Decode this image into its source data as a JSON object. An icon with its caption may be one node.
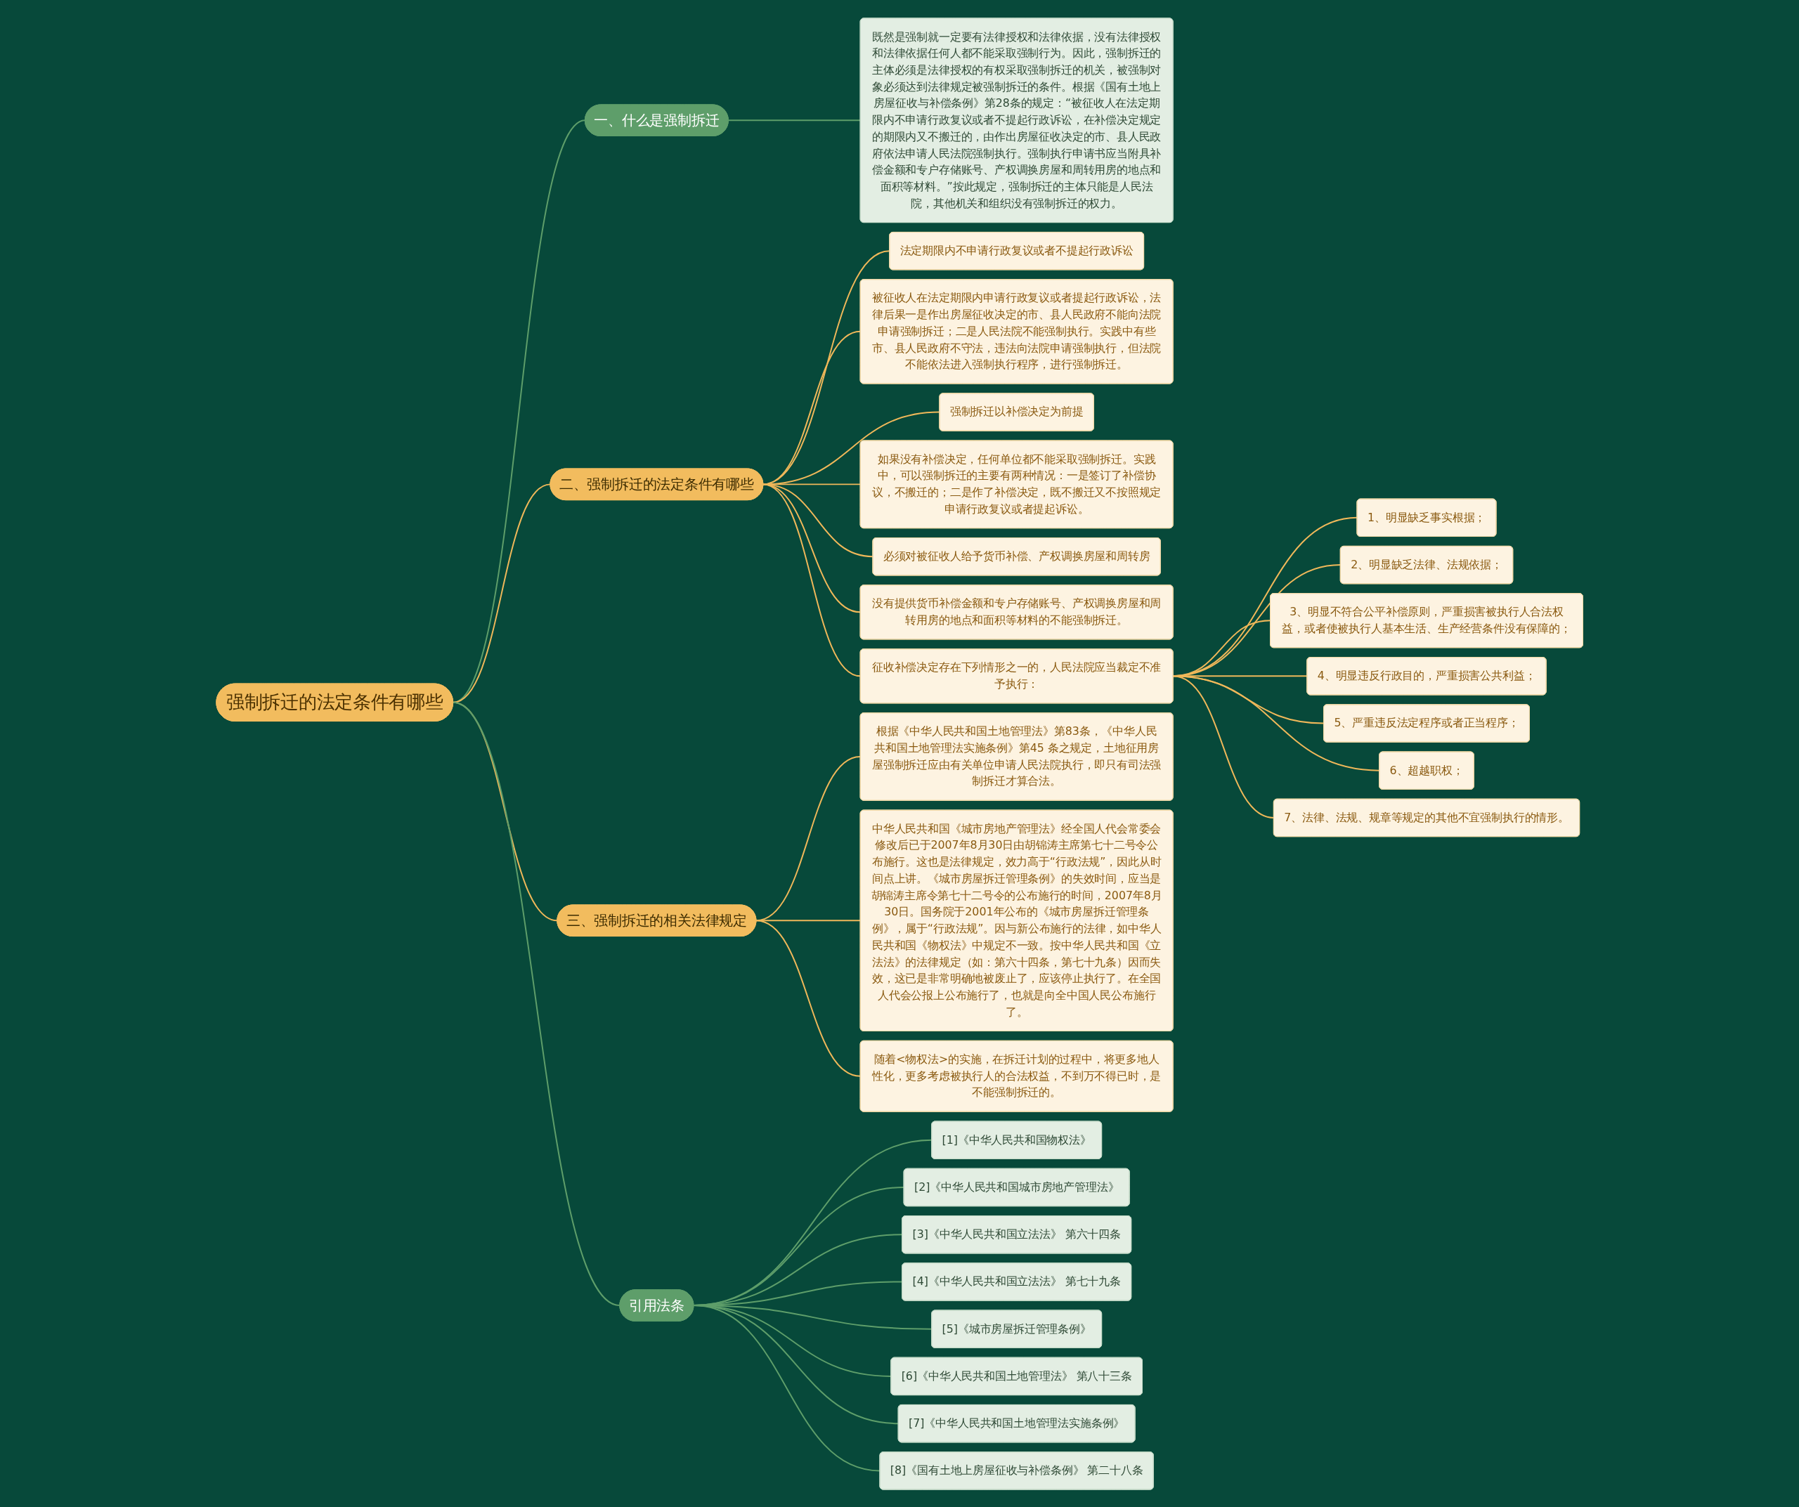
{
  "diagram": {
    "nodes": [
      {
        "text": [
          "强制拆迁的法定条件有哪些"
        ]
      },
      {
        "text": [
          "一、什么是强制拆迁"
        ]
      },
      {
        "text": [
          "既然是强制就一定要有法律授权和法律依据，没有法律授权和法律依据任何人都不能采取强制行为。因此，强制拆迁的主体必须是法律授权的有权采取强制拆迁的机关，被强制对象必须达到法律规定被强制拆迁的条件。根据《国有土地上房屋征收与补偿条例》第28条的规定：“被征收人在法定期限内不申请行政复议或者不提起行政诉讼，在补偿决定规定的期限内又不搬迁的，由作出房屋征收决定的市、县人民政府依法申请人民法院强制执行。强制执行申请书应当附具补偿金额和专户存储账号、产权调换房屋和周转用房的地点和面积等材料。”按此规定，强制拆迁的主体只能是人民法院，其他机关和组织没有强制拆迁的权力。"
        ]
      },
      {
        "text": [
          "二、强制拆迁的法定条件有哪些"
        ]
      },
      {
        "text": [
          "法定期限内不申请行政复议或者不提起行政诉讼"
        ]
      },
      {
        "text": [
          "被征收人在法定期限内申请行政复议或者提起行政诉讼，法律后果一是作出房屋征收决定的市、县人民政府不能向法院申请强制拆迁；二是人民法院不能强制执行。实践中有些市、县人民政府不守法，违法向法院申请强制执行，但法院不能依法进入强制执行程序，进行强制拆迁。"
        ]
      },
      {
        "text": [
          "强制拆迁以补偿决定为前提"
        ]
      },
      {
        "text": [
          "如果没有补偿决定，任何单位都不能采取强制拆迁。实践中，可以强制拆迁的主要有两种情况：一是签订了补偿协议，不搬迁的；二是作了补偿决定，既不搬迁又不按照规定申请行政复议或者提起诉讼。"
        ]
      },
      {
        "text": [
          "必须对被征收人给予货币补偿、产权调换房屋和周转房"
        ]
      },
      {
        "text": [
          "没有提供货币补偿金额和专户存储账号、产权调换房屋和周转用房的地点和面积等材料的不能强制拆迁。"
        ]
      },
      {
        "text": [
          "征收补偿决定存在下列情形之一的，人民法院应当裁定不准予执行："
        ]
      },
      {
        "text": [
          "1、明显缺乏事实根据；"
        ]
      },
      {
        "text": [
          "2、明显缺乏法律、法规依据；"
        ]
      },
      {
        "text": [
          "3、明显不符合公平补偿原则，严重损害被执行人合法权益，或者使被执行人基本生活、生产经营条件没有保障的；"
        ]
      },
      {
        "text": [
          "4、明显违反行政目的，严重损害公共利益；"
        ]
      },
      {
        "text": [
          "5、严重违反法定程序或者正当程序；"
        ]
      },
      {
        "text": [
          "6、超越职权；"
        ]
      },
      {
        "text": [
          "7、法律、法规、规章等规定的其他不宜强制执行的情形。"
        ]
      },
      {
        "text": [
          "三、强制拆迁的相关法律规定"
        ]
      },
      {
        "text": [
          "根据《中华人民共和国土地管理法》第83条，《中华人民共和国土地管理法实施条例》第45 条之规定，土地征用房屋强制拆迁应由有关单位申请人民法院执行，即只有司法强制拆迁才算合法。"
        ]
      },
      {
        "text": [
          "中华人民共和国《城市房地产管理法》经全国人代会常委会修改后已于2007年8月30日由胡锦涛主席第七十二号令公布施行。这也是法律规定，效力高于“行政法规”，因此从时间点上讲。《城市房屋拆迁管理条例》的失效时间，应当是胡锦涛主席令第七十二号令的公布施行的时间，2007年8月30日。国务院于2001年公布的《城市房屋拆迁管理条例》，属于“行政法规”。因与新公布施行的法律，如中华人民共和国《物权法》中规定不一致。按中华人民共和国《立法法》的法律规定（如：第六十四条，第七十九条）因而失效，这已是非常明确地被废止了，应该停止执行了。在全国人代会公报上公布施行了，也就是向全中国人民公布施行了。"
        ]
      },
      {
        "text": [
          "随着<物权法>的实施，在拆迁计划的过程中，将更多地人性化，更多考虑被执行人的合法权益，不到万不得已时，是不能强制拆迁的。"
        ]
      },
      {
        "text": [
          "引用法条"
        ]
      },
      {
        "text": [
          "[1]《中华人民共和国物权法》"
        ]
      },
      {
        "text": [
          "[2]《中华人民共和国城市房地产管理法》"
        ]
      },
      {
        "text": [
          "[3]《中华人民共和国立法法》 第六十四条"
        ]
      },
      {
        "text": [
          "[4]《中华人民共和国立法法》 第七十九条"
        ]
      },
      {
        "text": [
          "[5]《城市房屋拆迁管理条例》"
        ]
      },
      {
        "text": [
          "[6]《中华人民共和国土地管理法》 第八十三条"
        ]
      },
      {
        "text": [
          "[7]《中华人民共和国土地管理法实施条例》"
        ]
      },
      {
        "text": [
          "[8]《国有土地上房屋征收与补偿条例》 第二十八条"
        ]
      }
    ],
    "edges": [
      {
        "from": 0,
        "to": 1,
        "arrow": "none",
        "color": "#5e9e6a"
      },
      {
        "from": 1,
        "to": 2,
        "arrow": "none",
        "color": "#5e9e6a"
      },
      {
        "from": 0,
        "to": 3,
        "arrow": "none"
      },
      {
        "from": 3,
        "to": 4,
        "arrow": "none"
      },
      {
        "from": 3,
        "to": 5,
        "arrow": "none"
      },
      {
        "from": 3,
        "to": 6,
        "arrow": "none"
      },
      {
        "from": 3,
        "to": 7,
        "arrow": "none"
      },
      {
        "from": 3,
        "to": 8,
        "arrow": "none"
      },
      {
        "from": 3,
        "to": 9,
        "arrow": "none"
      },
      {
        "from": 3,
        "to": 10,
        "arrow": "none"
      },
      {
        "from": 10,
        "to": 11,
        "arrow": "none"
      },
      {
        "from": 10,
        "to": 12,
        "arrow": "none"
      },
      {
        "from": 10,
        "to": 13,
        "arrow": "none"
      },
      {
        "from": 10,
        "to": 14,
        "arrow": "none"
      },
      {
        "from": 10,
        "to": 15,
        "arrow": "none"
      },
      {
        "from": 10,
        "to": 16,
        "arrow": "none"
      },
      {
        "from": 10,
        "to": 17,
        "arrow": "none"
      },
      {
        "from": 0,
        "to": 18,
        "arrow": "none"
      },
      {
        "from": 18,
        "to": 19,
        "arrow": "none"
      },
      {
        "from": 18,
        "to": 20,
        "arrow": "none"
      },
      {
        "from": 18,
        "to": 21,
        "arrow": "none"
      },
      {
        "from": 0,
        "to": 22,
        "arrow": "none",
        "color": "#5e9e6a"
      },
      {
        "from": 22,
        "to": 23,
        "arrow": "none",
        "color": "#5e9e6a"
      },
      {
        "from": 22,
        "to": 24,
        "arrow": "none",
        "color": "#5e9e6a"
      },
      {
        "from": 22,
        "to": 25,
        "arrow": "none",
        "color": "#5e9e6a"
      },
      {
        "from": 22,
        "to": 26,
        "arrow": "none",
        "color": "#5e9e6a"
      },
      {
        "from": 22,
        "to": 27,
        "arrow": "none",
        "color": "#5e9e6a"
      },
      {
        "from": 22,
        "to": 28,
        "arrow": "none",
        "color": "#5e9e6a"
      },
      {
        "from": 22,
        "to": 29,
        "arrow": "none",
        "color": "#5e9e6a"
      },
      {
        "from": 22,
        "to": 30,
        "arrow": "none",
        "color": "#5e9e6a"
      }
    ]
  }
}
